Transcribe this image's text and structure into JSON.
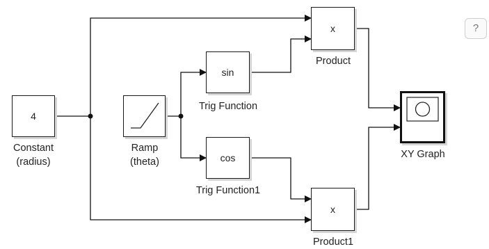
{
  "help_label": "?",
  "blocks": {
    "constant": {
      "value": "4",
      "label_line1": "Constant",
      "label_line2": "(radius)"
    },
    "ramp": {
      "label_line1": "Ramp",
      "label_line2": "(theta)"
    },
    "trig_sin": {
      "text": "sin",
      "label": "Trig Function"
    },
    "trig_cos": {
      "text": "cos",
      "label": "Trig Function1"
    },
    "product": {
      "text": "x",
      "label": "Product"
    },
    "product1": {
      "text": "x",
      "label": "Product1"
    },
    "xy_graph": {
      "label": "XY Graph"
    }
  }
}
